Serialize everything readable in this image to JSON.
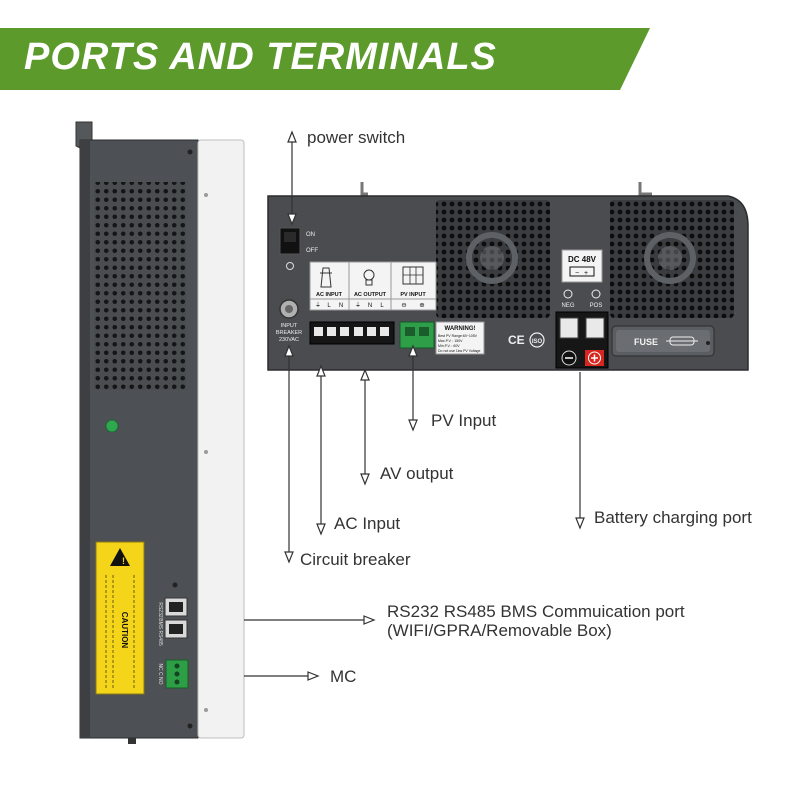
{
  "header": {
    "title": "PORTS AND TERMINALS",
    "background_color": "#5b9a2b"
  },
  "side_panel": {
    "caution_title": "CAUTION",
    "port_labels": [
      "RS232",
      "BMS RS485"
    ],
    "mc_label": "NC C NO"
  },
  "back_panel": {
    "switch_on": "ON",
    "switch_off": "OFF",
    "breaker_label_1": "INPUT",
    "breaker_label_2": "BREAKER",
    "breaker_label_3": "230VAC",
    "ac_input_label": "AC INPUT",
    "ac_output_label": "AC OUTPUT",
    "pv_input_label": "PV INPUT",
    "ac_input_terminals": [
      "⏚",
      "L",
      "N"
    ],
    "ac_output_terminals": [
      "⏚",
      "N",
      "L"
    ],
    "pv_terminals": [
      "⊖",
      "⊕"
    ],
    "warning_title": "WARNING!",
    "warning_lines": [
      "Best PV Range:60~105V",
      "Max.P.V. : 150V",
      "Min.P.V. : 60V",
      "Do not use 1kw PV Voltage"
    ],
    "dc_label": "DC 48V",
    "neg_label": "NEG",
    "pos_label": "POS",
    "fuse_label": "FUSE",
    "cert_ce": "CE",
    "cert_iso": "ISO"
  },
  "callouts": {
    "power_switch": "power switch",
    "pv_input": "PV Input",
    "av_output": "AV output",
    "ac_input": "AC Input",
    "circuit_breaker": "Circuit breaker",
    "battery_charging_port": "Battery charging port",
    "comm_port_line1": "RS232 RS485 BMS Commuication port",
    "comm_port_line2": "(WIFI/GPRA/Removable Box)",
    "mc": "MC"
  }
}
